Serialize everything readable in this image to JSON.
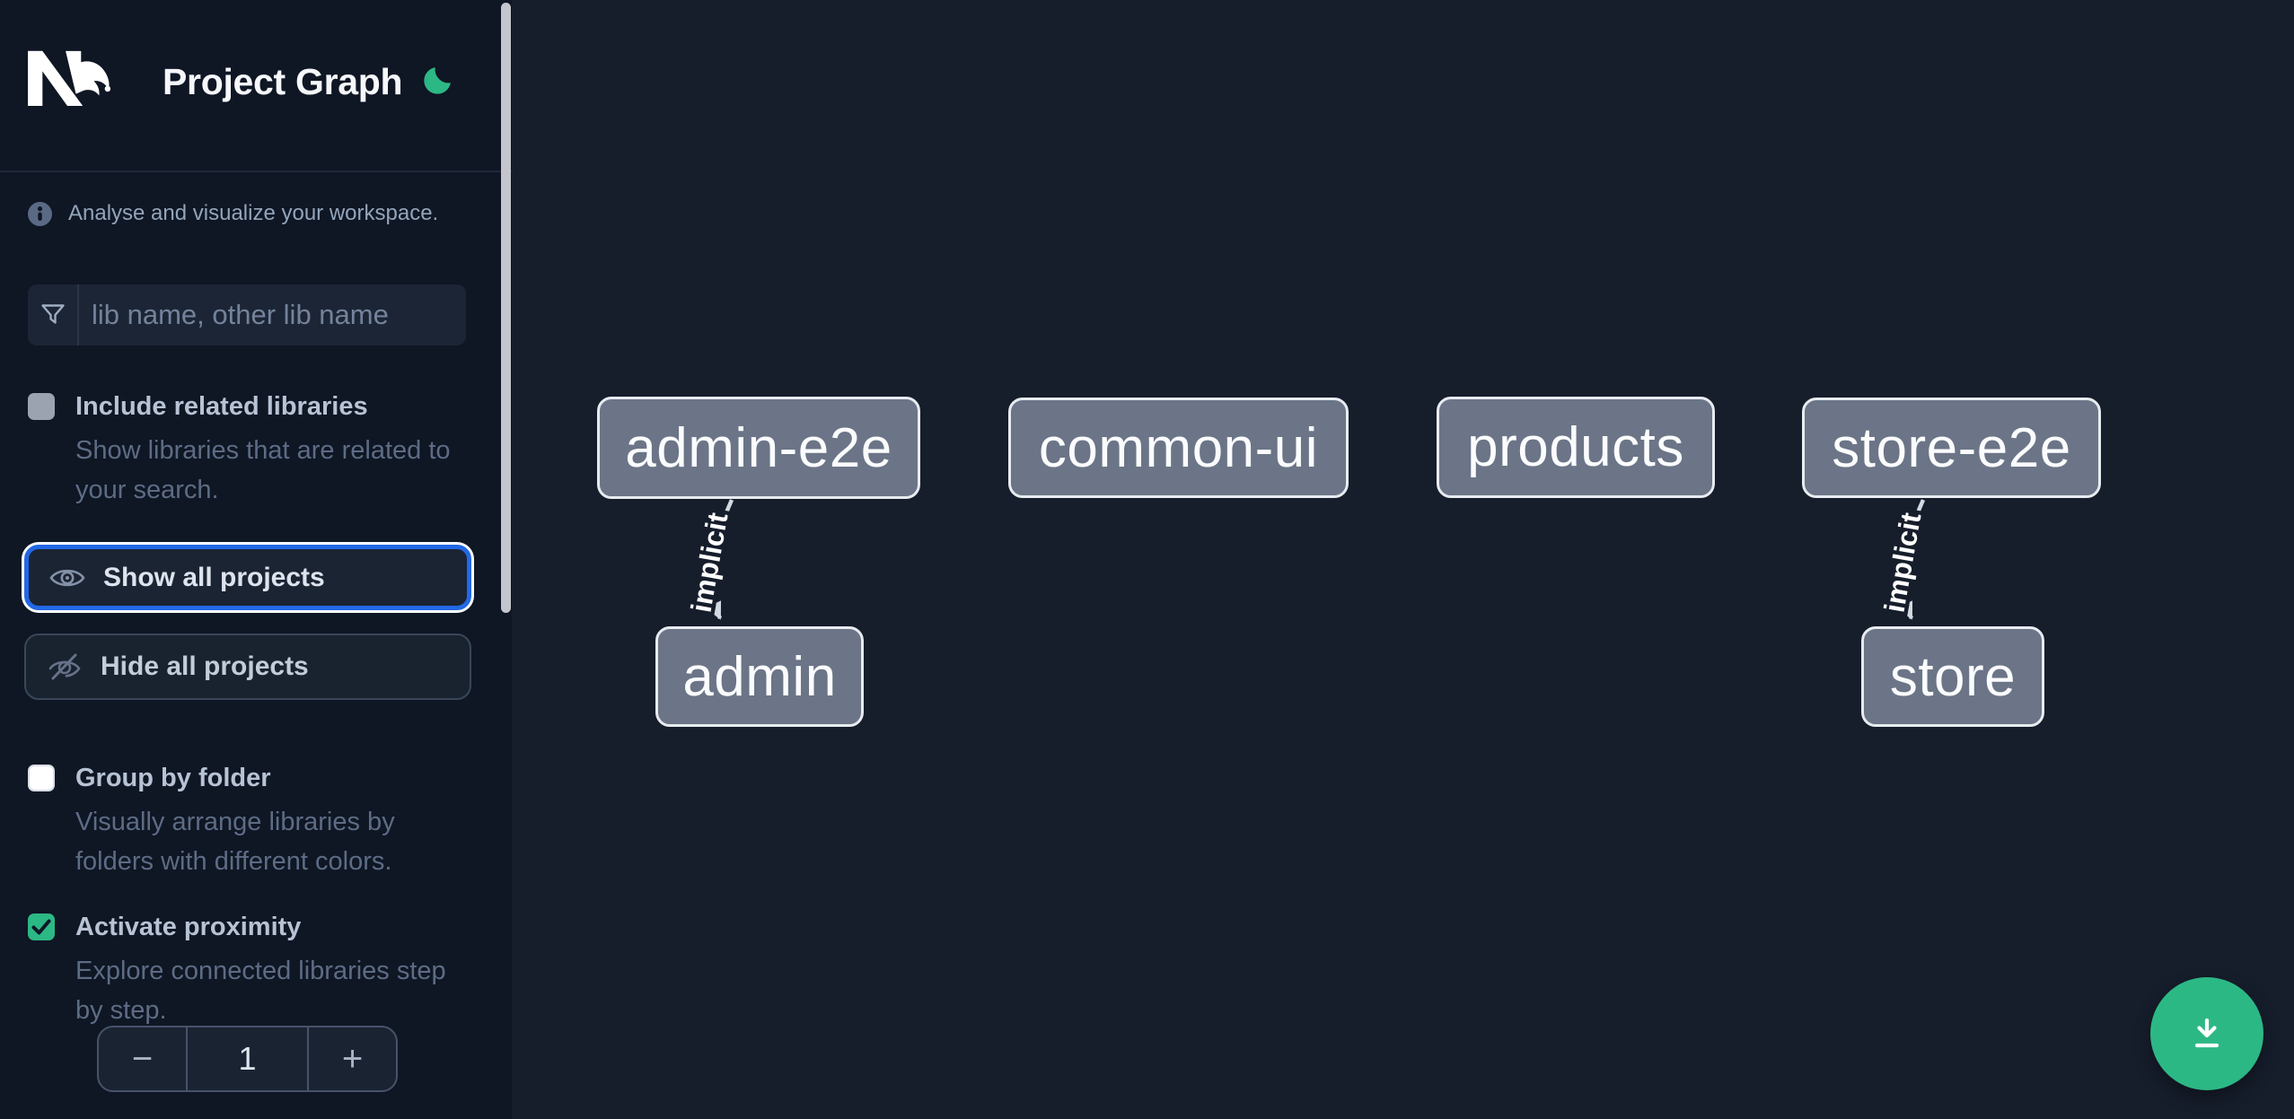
{
  "header": {
    "title": "Project Graph"
  },
  "sidebar": {
    "tagline": "Analyse and visualize your workspace.",
    "filter": {
      "placeholder": "lib name, other lib name",
      "value": ""
    },
    "options": [
      {
        "label": "Include related libraries",
        "desc_lines": [
          "Show libraries that are related to",
          "your search."
        ],
        "checked": false
      },
      {
        "label": "Group by folder",
        "desc_lines": [
          "Visually arrange libraries by",
          "folders with different colors."
        ],
        "checked": false
      },
      {
        "label": "Activate proximity",
        "desc_lines": [
          "Explore connected libraries step",
          "by step."
        ],
        "checked": true
      }
    ],
    "actions": [
      {
        "label": "Show all projects",
        "focused": true
      },
      {
        "label": "Hide all projects",
        "focused": false
      }
    ],
    "stepper": {
      "decrement": "−",
      "value": "1",
      "increment": "+"
    }
  },
  "graph": {
    "nodes": [
      {
        "label": "admin-e2e"
      },
      {
        "label": "common-ui"
      },
      {
        "label": "products"
      },
      {
        "label": "store-e2e"
      },
      {
        "label": "admin"
      },
      {
        "label": "store"
      }
    ],
    "edges": [
      {
        "from": "admin-e2e",
        "to": "admin",
        "label": "implicit"
      },
      {
        "from": "store-e2e",
        "to": "store",
        "label": "implicit"
      }
    ]
  },
  "colors": {
    "accent_green": "#2cb885",
    "focus_blue": "#2268e5",
    "node_fill": "#6b7587",
    "node_border": "#e8ebf0",
    "edge": "#d3d9e1",
    "sidebar_bg": "#0f1624",
    "canvas_bg": "#161d2b"
  }
}
